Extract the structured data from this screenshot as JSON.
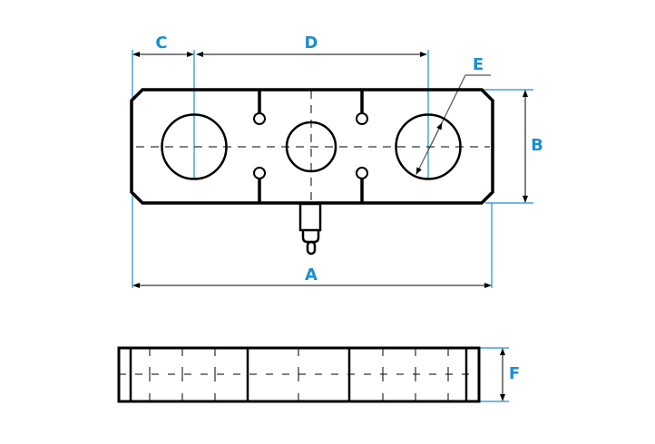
{
  "colors": {
    "outline": "#000000",
    "dimension": "#1a8fd0",
    "leader": "#555555"
  },
  "labels": {
    "A": "A",
    "B": "B",
    "C": "C",
    "D": "D",
    "E": "E",
    "F": "F"
  }
}
